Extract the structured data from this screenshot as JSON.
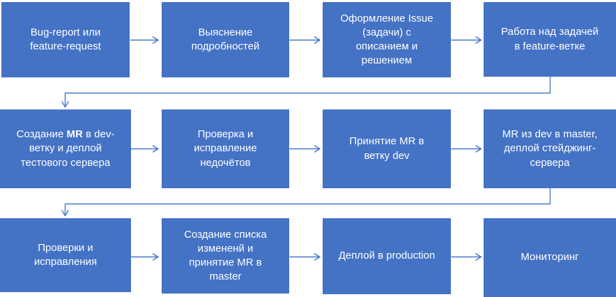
{
  "diagram": {
    "colors": {
      "box_fill": "#4472C4",
      "box_text": "#FFFFFF",
      "connector": "#4777C6"
    },
    "boxes": [
      {
        "id": "bug-report",
        "lines": [
          "Bug-report или",
          "feature-request"
        ]
      },
      {
        "id": "clarify-details",
        "lines": [
          "Выяснение",
          "подробностей"
        ]
      },
      {
        "id": "issue-creation",
        "lines": [
          "Оформление Issue",
          "(задачи) с",
          "описанием и",
          "решением"
        ]
      },
      {
        "id": "feature-branch-work",
        "lines": [
          "Работа над задачей",
          "в feature-ветке"
        ]
      },
      {
        "id": "mr-to-dev",
        "lines": [
          "Создание **MR** в dev-",
          "ветку и деплой",
          "тестового сервера"
        ]
      },
      {
        "id": "fix-defects",
        "lines": [
          "Проверка и",
          "исправление",
          "недочётов"
        ]
      },
      {
        "id": "accept-mr-dev",
        "lines": [
          "Принятие MR в",
          "ветку dev"
        ]
      },
      {
        "id": "mr-dev-to-master",
        "lines": [
          "MR из dev в master,",
          "деплой стейджинг-",
          "сервера"
        ]
      },
      {
        "id": "checks-fixes",
        "lines": [
          "Проверки и",
          "исправления"
        ]
      },
      {
        "id": "changelog-mr-master",
        "lines": [
          "Создание списка",
          "измененй и",
          "принятие MR в",
          "master"
        ]
      },
      {
        "id": "deploy-production",
        "lines": [
          "Деплой в production"
        ]
      },
      {
        "id": "monitoring",
        "lines": [
          "Мониторинг"
        ]
      }
    ]
  }
}
